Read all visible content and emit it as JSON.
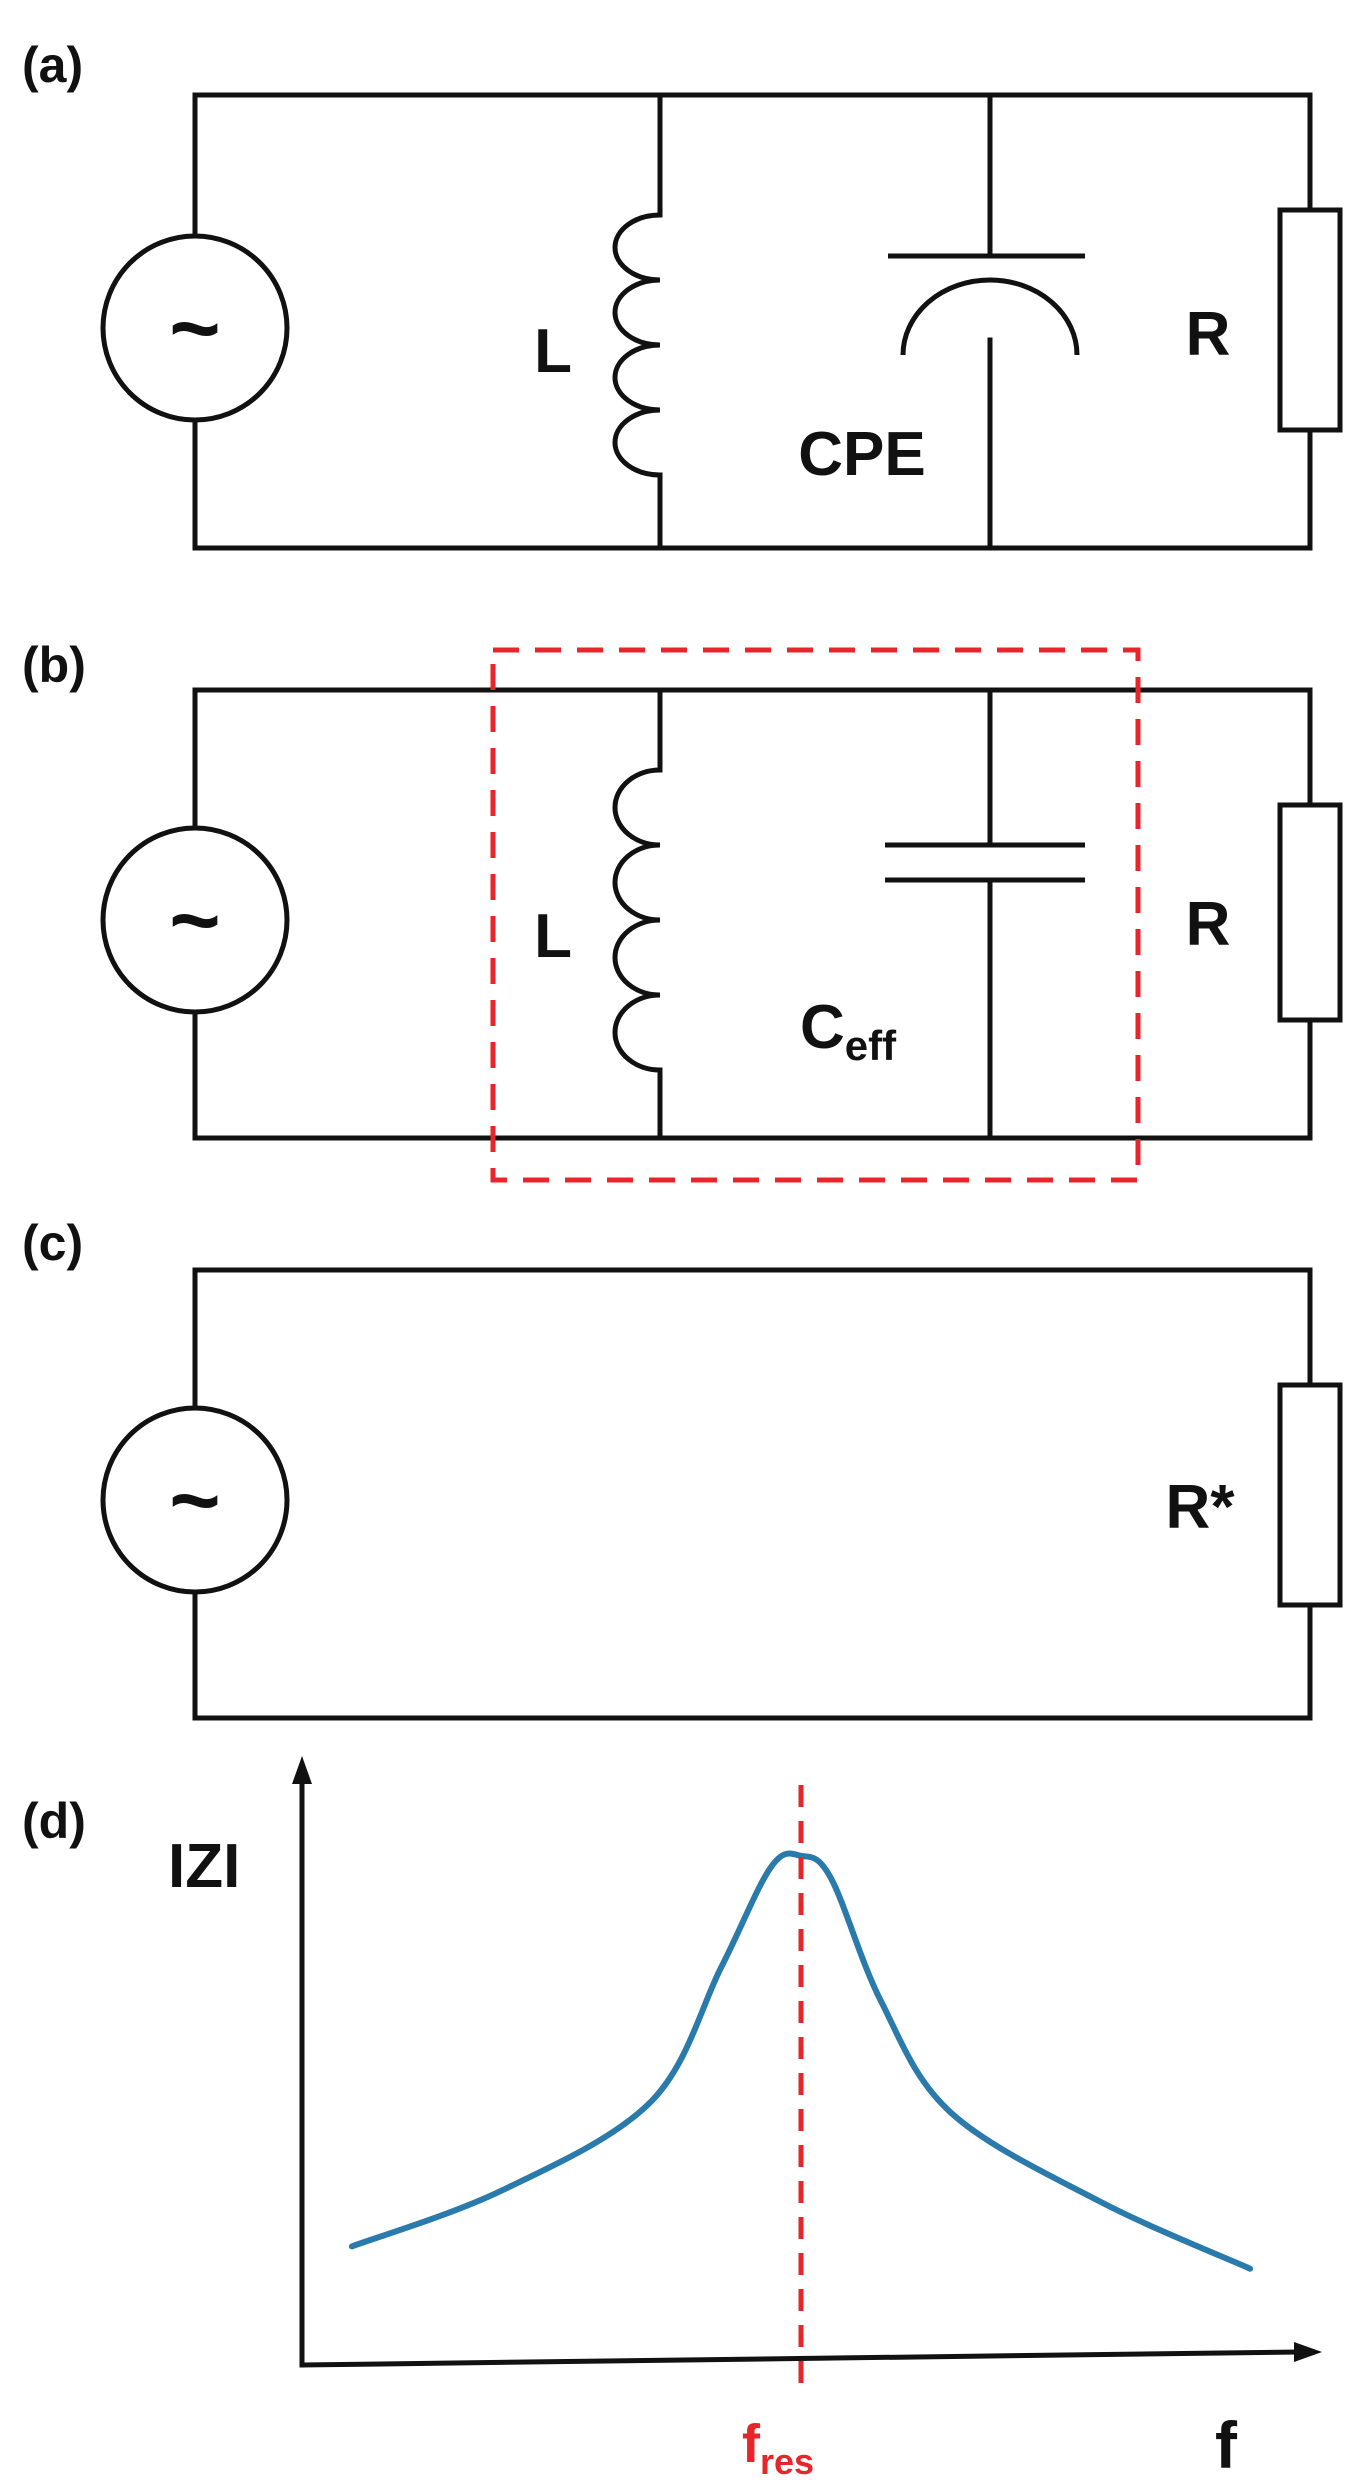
{
  "panels": {
    "a": {
      "label": "(a)",
      "inductor_label": "L",
      "cpe_label": "CPE",
      "resistor_label": "R",
      "source_symbol": "~"
    },
    "b": {
      "label": "(b)",
      "inductor_label": "L",
      "capacitor_label_main": "C",
      "capacitor_label_sub": "eff",
      "resistor_label": "R",
      "source_symbol": "~",
      "highlight_color": "#e8252a"
    },
    "c": {
      "label": "(c)",
      "resistor_label": "R*",
      "source_symbol": "~"
    },
    "d": {
      "label": "(d)",
      "y_axis_label": "IZI",
      "x_axis_label": "f",
      "marker_label_main": "f",
      "marker_label_sub": "res",
      "curve_color": "#2a7bab",
      "marker_color": "#e8252a"
    }
  },
  "chart_data": {
    "type": "line",
    "title": "",
    "xlabel": "f",
    "ylabel": "IZI",
    "series": [
      {
        "points": [
          [
            0.05,
            0.2
          ],
          [
            0.2,
            0.3
          ],
          [
            0.35,
            0.46
          ],
          [
            0.42,
            0.7
          ],
          [
            0.47,
            0.88
          ],
          [
            0.5,
            0.9
          ],
          [
            0.53,
            0.86
          ],
          [
            0.58,
            0.64
          ],
          [
            0.65,
            0.44
          ],
          [
            0.8,
            0.28
          ],
          [
            0.95,
            0.16
          ]
        ]
      }
    ],
    "annotations": [
      {
        "x": 0.5,
        "text": "f_res"
      }
    ],
    "grid": false,
    "legend": "none"
  }
}
